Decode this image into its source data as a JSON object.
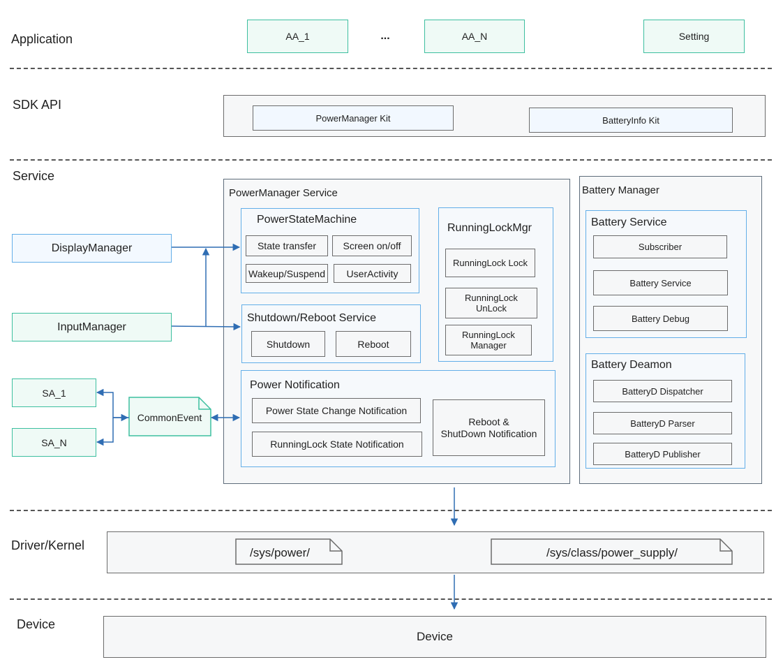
{
  "layers": {
    "application": "Application",
    "sdk_api": "SDK API",
    "service": "Service",
    "driver_kernel": "Driver/Kernel",
    "device": "Device"
  },
  "application": {
    "aa_1": "AA_1",
    "ellipsis": "...",
    "aa_n": "AA_N",
    "setting": "Setting"
  },
  "sdk": {
    "power_manager_kit": "PowerManager Kit",
    "battery_info_kit": "BatteryInfo Kit"
  },
  "external": {
    "display_manager": "DisplayManager",
    "input_manager": "InputManager",
    "sa_1": "SA_1",
    "sa_n": "SA_N",
    "common_event": "CommonEvent"
  },
  "power_manager_service": {
    "title": "PowerManager Service",
    "state_machine": {
      "title": "PowerStateMachine",
      "state_transfer": "State transfer",
      "screen_on_off": "Screen on/off",
      "wakeup_suspend": "Wakeup/Suspend",
      "user_activity": "UserActivity"
    },
    "running_lock_mgr": {
      "title": "RunningLockMgr",
      "lock": "RunningLock Lock",
      "unlock_line1": "RunningLock",
      "unlock_line2": "UnLock",
      "manager_line1": "RunningLock",
      "manager_line2": "Manager"
    },
    "shutdown_reboot": {
      "title": "Shutdown/Reboot Service",
      "shutdown": "Shutdown",
      "reboot": "Reboot"
    },
    "notification": {
      "title": "Power Notification",
      "power_state_change": "Power State Change Notification",
      "running_lock_state": "RunningLock State Notification",
      "reboot_shutdown_line1": "Reboot &",
      "reboot_shutdown_line2": "ShutDown Notification"
    }
  },
  "battery_manager": {
    "title": "Battery Manager",
    "battery_service": {
      "title": "Battery Service",
      "subscriber": "Subscriber",
      "battery_service": "Battery Service",
      "battery_debug": "Battery Debug"
    },
    "battery_deamon": {
      "title": "Battery Deamon",
      "dispatcher": "BatteryD Dispatcher",
      "parser": "BatteryD Parser",
      "publisher": "BatteryD Publisher"
    }
  },
  "kernel": {
    "sys_power": "/sys/power/",
    "sys_class_power_supply": "/sys/class/power_supply/"
  },
  "device": {
    "device_box": "Device"
  },
  "colors": {
    "teal_border": "#3dbf9f",
    "blue_border": "#62aee8",
    "arrow": "#2f6db3",
    "gray_border": "#6b6b6b"
  }
}
